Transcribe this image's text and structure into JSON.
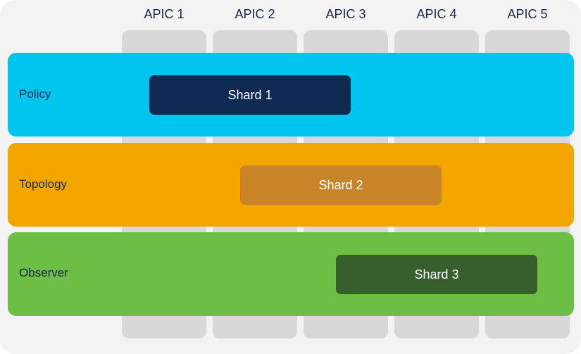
{
  "columns": [
    "APIC 1",
    "APIC 2",
    "APIC 3",
    "APIC 4",
    "APIC 5"
  ],
  "rows": [
    {
      "label": "Policy",
      "shard": "Shard 1",
      "band_color": "#00c5ef",
      "shard_color": "#0f2a52"
    },
    {
      "label": "Topology",
      "shard": "Shard 2",
      "band_color": "#f3a600",
      "shard_color": "#ca8428"
    },
    {
      "label": "Observer",
      "shard": "Shard 3",
      "band_color": "#6dbe45",
      "shard_color": "#375f2e"
    }
  ],
  "colors": {
    "background": "#f3f3f3",
    "column_bar": "#d8d8d8",
    "header_text": "#1b2a4a"
  }
}
